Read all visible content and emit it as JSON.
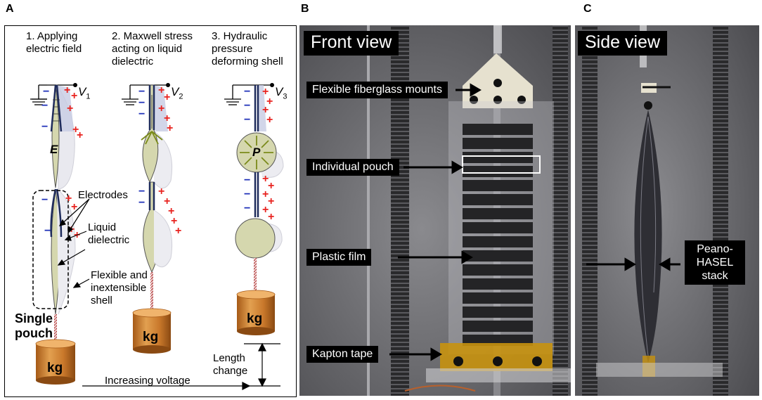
{
  "panels": {
    "a": {
      "letter": "A"
    },
    "b": {
      "letter": "B",
      "title": "Front view"
    },
    "c": {
      "letter": "C",
      "title": "Side view"
    }
  },
  "steps": {
    "s1": "1. Applying electric field",
    "s2": "2. Maxwell stress acting on liquid dielectric",
    "s3": "3. Hydraulic pressure deforming shell"
  },
  "voltages": {
    "v1": "V",
    "v1sub": "1",
    "v2": "V",
    "v2sub": "2",
    "v3": "V",
    "v3sub": "3"
  },
  "symbols": {
    "field": "E",
    "pressure": "P"
  },
  "annotations": {
    "electrodes": "Electrodes",
    "liquid_dielectric": "Liquid dielectric",
    "shell": "Flexible and inextensible shell",
    "single_pouch": "Single pouch",
    "increasing_voltage": "Increasing voltage",
    "length_change": "Length change",
    "kg": "kg"
  },
  "front_labels": {
    "mounts": "Flexible fiberglass mounts",
    "pouch": "Individual pouch",
    "film": "Plastic film",
    "kapton": "Kapton tape"
  },
  "side_labels": {
    "stack": "Peano-HASEL stack"
  },
  "colors": {
    "liquid": "#d5d7ae",
    "electrode": "#1f2c5c",
    "plus": "#e8231f",
    "minus": "#1d2fb8",
    "weight": "#c9782b",
    "kapton": "#c8920e"
  }
}
